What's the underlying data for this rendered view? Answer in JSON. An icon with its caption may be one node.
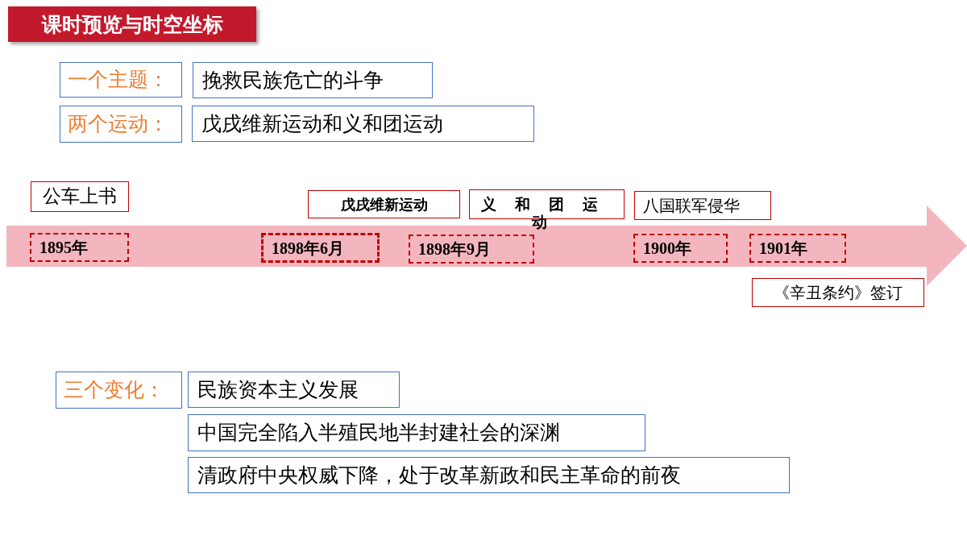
{
  "diagram": {
    "title": "课时预览与时空坐标",
    "nodes": [
      {
        "text": [
          "一个主题："
        ]
      },
      {
        "text": [
          "挽救民族危亡的斗争"
        ]
      },
      {
        "text": [
          "两个运动："
        ]
      },
      {
        "text": [
          "戊戌维新运动和义和团运动"
        ]
      },
      {
        "text": [
          "公车上书"
        ]
      },
      {
        "text": [
          "戊戌维新运动"
        ]
      },
      {
        "text": [
          "义和团运动"
        ]
      },
      {
        "text": [
          "八国联军侵华"
        ]
      },
      {
        "text": [],
        "shape": "arrow"
      },
      {
        "text": [
          "1895年"
        ],
        "in": 8
      },
      {
        "text": [
          "1898年6月"
        ],
        "in": 8
      },
      {
        "text": [
          "1898年9月"
        ],
        "in": 8
      },
      {
        "text": [
          "1900年"
        ],
        "in": 8
      },
      {
        "text": [
          "1901年"
        ],
        "in": 8
      },
      {
        "text": [
          "《辛丑条约》签订"
        ]
      },
      {
        "text": [
          "三个变化："
        ]
      },
      {
        "text": [
          "民族资本主义发展"
        ]
      },
      {
        "text": [
          "中国完全陷入半殖民地半封建社会的深渊"
        ]
      },
      {
        "text": [
          "清政府中央权威下降，处于改革新政和民主革命的前夜"
        ]
      }
    ]
  }
}
